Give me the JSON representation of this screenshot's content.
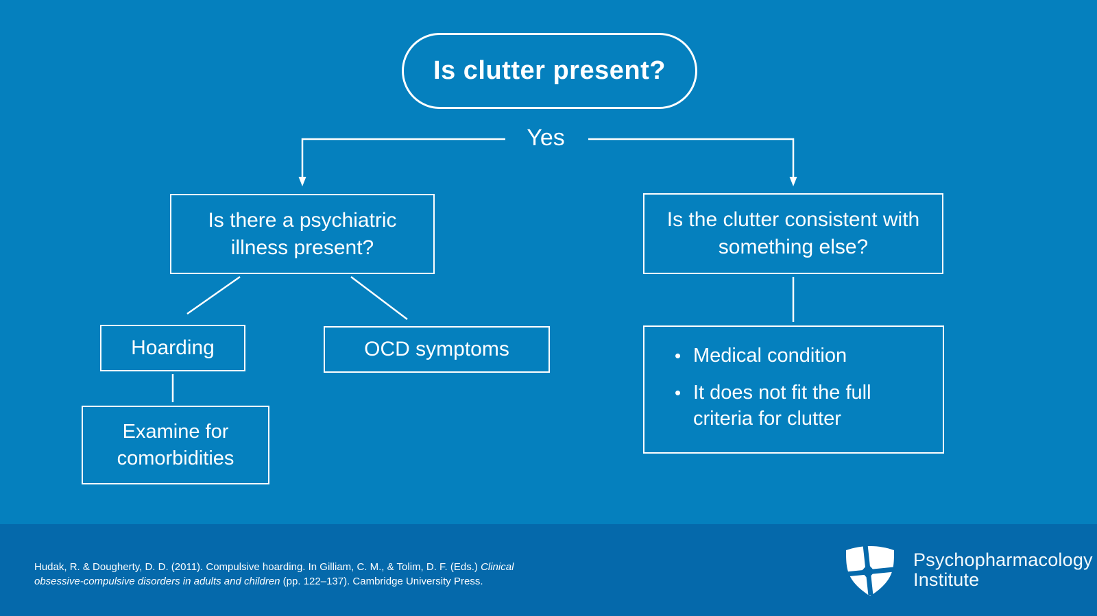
{
  "colors": {
    "background": "#0580BE",
    "footer_background": "#0569AB",
    "line": "#FFFFFF"
  },
  "diagram": {
    "root_label": "Is clutter present?",
    "yes_label": "Yes",
    "left_question": "Is there a psychiatric illness present?",
    "right_question": "Is the clutter consistent with something else?",
    "hoarding_label": "Hoarding",
    "ocd_label": "OCD symptoms",
    "examine_label": "Examine for comorbidities",
    "bullet_glyph": "•",
    "outcome_bullets": [
      "Medical condition",
      "It does not fit the full criteria for clutter"
    ]
  },
  "footer": {
    "citation": {
      "line1_regular": "Hudak, R. & Dougherty, D. D. (2011). Compulsive hoarding. In Gilliam, C. M., & Tolim, D. F. (Eds.) ",
      "line1_italic": "Clinical",
      "line2_italic": "obsessive-compulsive disorders in adults and children",
      "line2_regular": " (pp. 122–137). Cambridge University Press."
    },
    "logo": {
      "line1": "Psychopharmacology",
      "line2": "Institute"
    }
  }
}
